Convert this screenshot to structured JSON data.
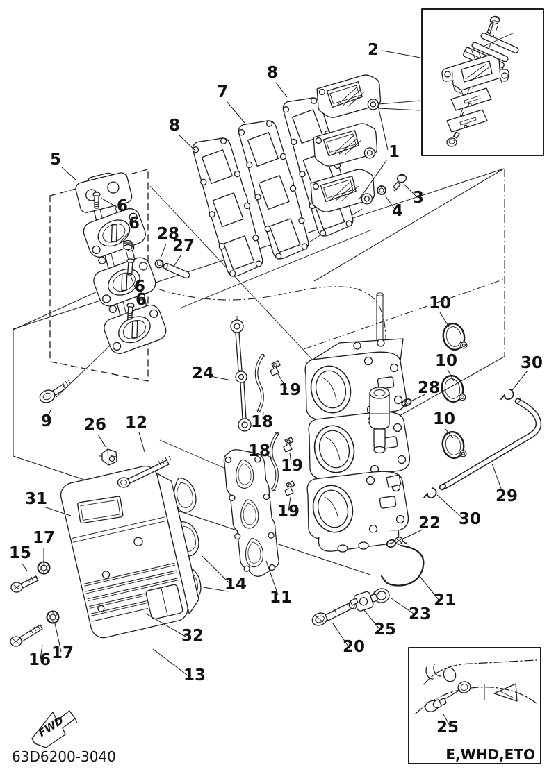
{
  "figure": {
    "drawing_code": "63D6200-3040",
    "direction_label": "FWD",
    "variant_label": "E,WHD,ETO"
  },
  "colors": {
    "line": "#1c1c1c",
    "background": "#ffffff"
  },
  "callouts": [
    "2",
    "8",
    "7",
    "8",
    "1",
    "3",
    "4",
    "5",
    "6",
    "6",
    "28",
    "27",
    "6",
    "6",
    "9",
    "24",
    "19",
    "18",
    "18",
    "19",
    "19",
    "10",
    "10",
    "28",
    "10",
    "30",
    "29",
    "30",
    "22",
    "26",
    "12",
    "31",
    "17",
    "15",
    "16",
    "17",
    "14",
    "11",
    "32",
    "13",
    "21",
    "23",
    "25",
    "20",
    "25"
  ]
}
